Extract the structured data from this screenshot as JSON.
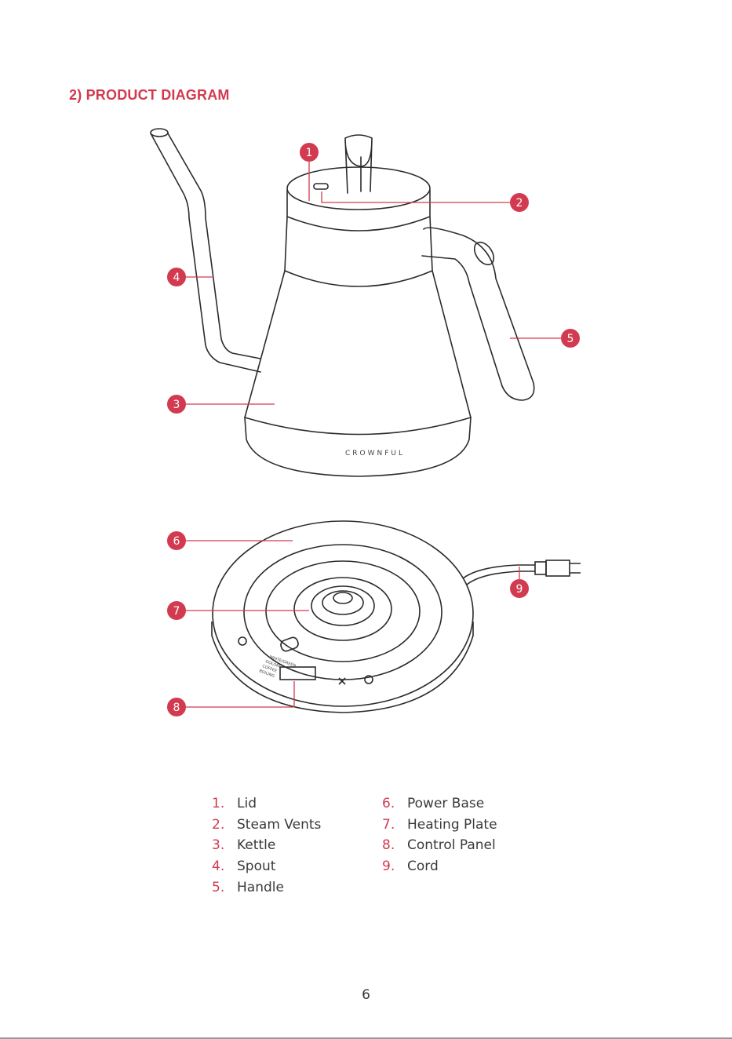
{
  "section_title": "2) PRODUCT DIAGRAM",
  "brand_mark": "CROWNFUL",
  "colors": {
    "accent": "#d23a4f",
    "line": "#2b2b2b"
  },
  "callouts": [
    "1",
    "2",
    "3",
    "4",
    "5",
    "6",
    "7",
    "8",
    "9"
  ],
  "panel_labels": [
    "WHITE/GREEN",
    "OOLONG",
    "COFFEE",
    "BOILING"
  ],
  "legend": {
    "left": [
      {
        "num": "1.",
        "label": "Lid"
      },
      {
        "num": "2.",
        "label": "Steam Vents"
      },
      {
        "num": "3.",
        "label": "Kettle"
      },
      {
        "num": "4.",
        "label": "Spout"
      },
      {
        "num": "5.",
        "label": "Handle"
      }
    ],
    "right": [
      {
        "num": "6.",
        "label": "Power Base"
      },
      {
        "num": "7.",
        "label": "Heating Plate"
      },
      {
        "num": "8.",
        "label": "Control Panel"
      },
      {
        "num": "9.",
        "label": "Cord"
      }
    ]
  },
  "page_number": "6"
}
